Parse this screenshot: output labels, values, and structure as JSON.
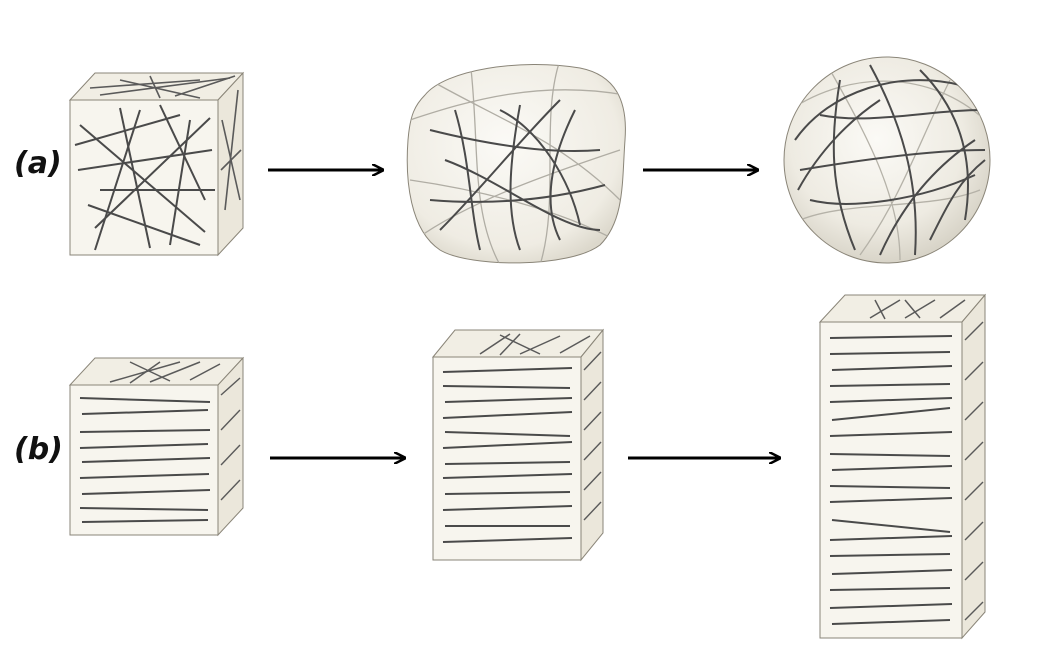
{
  "rows": [
    {
      "label": "(a)",
      "stages": [
        "cube-random-fibers",
        "rounded-cube-random-fibers",
        "sphere-random-fibers"
      ]
    },
    {
      "label": "(b)",
      "stages": [
        "cube-aligned-fibers",
        "tall-prism-aligned-fibers",
        "taller-prism-aligned-fibers"
      ]
    }
  ],
  "colors": {
    "face": "#f5f2e8",
    "face_side": "#ece8dc",
    "edge": "#8a8578",
    "fiber": "#4a4a4a",
    "fiber_light": "#9a9a9a",
    "arrow": "#000000"
  }
}
